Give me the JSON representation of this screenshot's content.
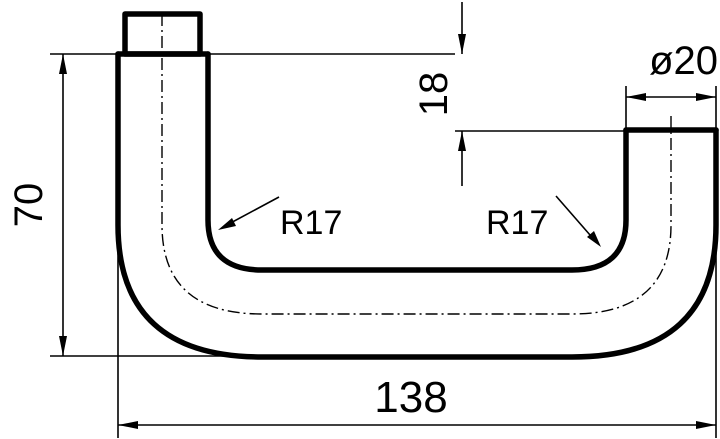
{
  "dimensions": {
    "height_total": "70",
    "offset": "18",
    "diameter": "ø20",
    "radius_left": "R17",
    "radius_right": "R17",
    "width_total": "138"
  }
}
